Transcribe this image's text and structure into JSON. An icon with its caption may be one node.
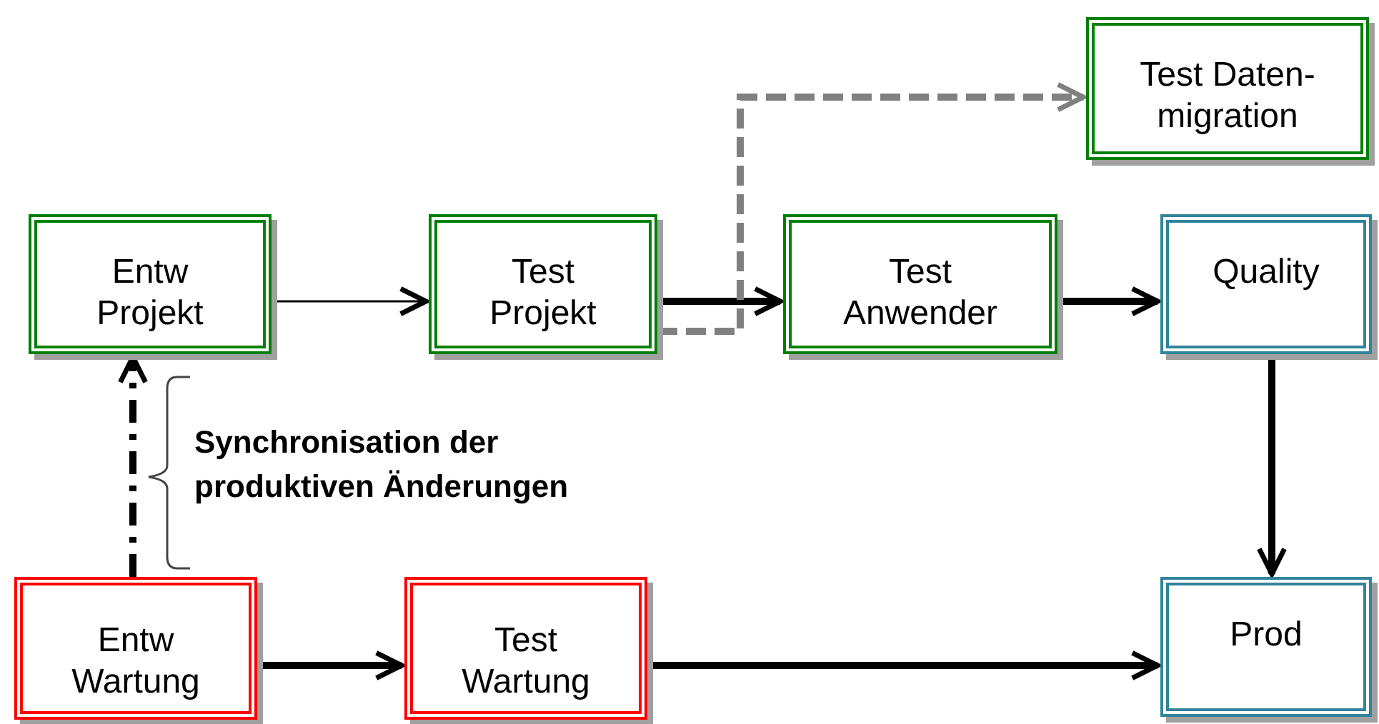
{
  "diagram": {
    "nodes": [
      {
        "text": [
          "Entw Projekt"
        ]
      },
      {
        "text": [
          "Test Projekt"
        ]
      },
      {
        "text": [
          "Test Anwender"
        ]
      },
      {
        "text": [
          "Quality"
        ]
      },
      {
        "text": [
          "Test Daten-migration"
        ]
      },
      {
        "text": [
          "Entw Wartung"
        ]
      },
      {
        "text": [
          "Test Wartung"
        ]
      },
      {
        "text": [
          "Prod"
        ]
      }
    ],
    "edges": [
      {
        "from": 0,
        "to": 1,
        "arrow": "to"
      },
      {
        "from": 1,
        "to": 2,
        "arrow": "to"
      },
      {
        "from": 1,
        "to": 4,
        "arrow": "to",
        "style": "dashed",
        "color": "#808080"
      },
      {
        "from": 2,
        "to": 3,
        "arrow": "to"
      },
      {
        "from": 3,
        "to": 7,
        "arrow": "to"
      },
      {
        "from": 5,
        "to": 0,
        "arrow": "to",
        "style": "dashed"
      },
      {
        "from": 5,
        "to": 6,
        "arrow": "to"
      },
      {
        "from": 6,
        "to": 7,
        "arrow": "to"
      }
    ],
    "labels": [
      "Synchronisation der produktiven Änderungen"
    ]
  }
}
